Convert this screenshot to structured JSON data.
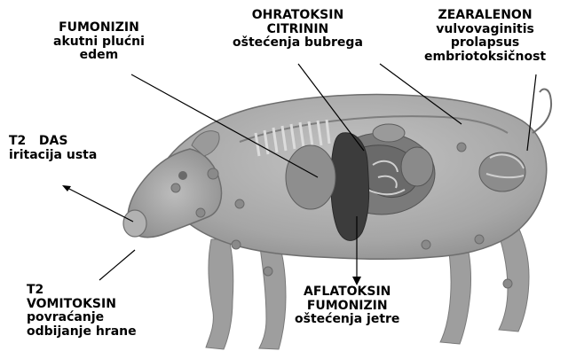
{
  "labels": {
    "fumonizin": {
      "title": "FUMONIZIN",
      "line1": "akutni plućni",
      "line2": "edem"
    },
    "ohratoksin": {
      "title1": "OHRATOKSIN",
      "title2": "CITRININ",
      "effect": "oštećenja bubrega"
    },
    "zearalenon": {
      "title": "ZEARALENON",
      "line1": "vulvovaginitis",
      "line2": "prolapsus",
      "line3": "embriotoksičnost"
    },
    "t2das": {
      "title": "T2   DAS",
      "effect": "iritacija usta"
    },
    "t2vomitoksin": {
      "title1": "T2",
      "title2": "VOMITOKSIN",
      "line1": "povraćanje",
      "line2": "odbijanje hrane"
    },
    "aflatoksin": {
      "title1": "AFLATOKSIN",
      "title2": "FUMONIZIN",
      "effect": "oštećenja jetre"
    }
  },
  "colors": {
    "text": "#000000",
    "pig_body": "#a8a8a8",
    "pig_shade": "#8a8a8a",
    "organs": "#5a5a5a",
    "liver": "#3a3a3a"
  }
}
